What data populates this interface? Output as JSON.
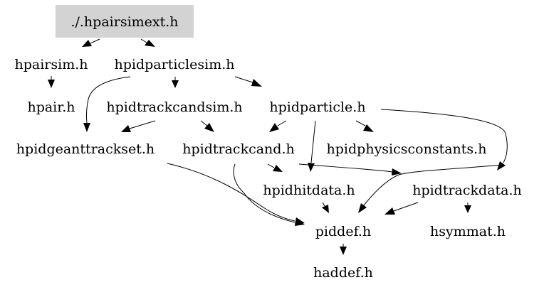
{
  "graph": {
    "background": "#ffffff",
    "root_fill": "#d3d3d3",
    "nodes": {
      "hpairsimext": "./.hpairsimext.h",
      "hpairsim": "hpairsim.h",
      "hpidparticlesim": "hpidparticlesim.h",
      "hpair": "hpair.h",
      "hpidtrackcandsim": "hpidtrackcandsim.h",
      "hpidparticle": "hpidparticle.h",
      "hpidgeanttrackset": "hpidgeanttrackset.h",
      "hpidtrackcand": "hpidtrackcand.h",
      "hpidphysicsconstants": "hpidphysicsconstants.h",
      "hpidhitdata": "hpidhitdata.h",
      "hpidtrackdata": "hpidtrackdata.h",
      "piddef": "piddef.h",
      "hsymmat": "hsymmat.h",
      "haddef": "haddef.h"
    }
  }
}
